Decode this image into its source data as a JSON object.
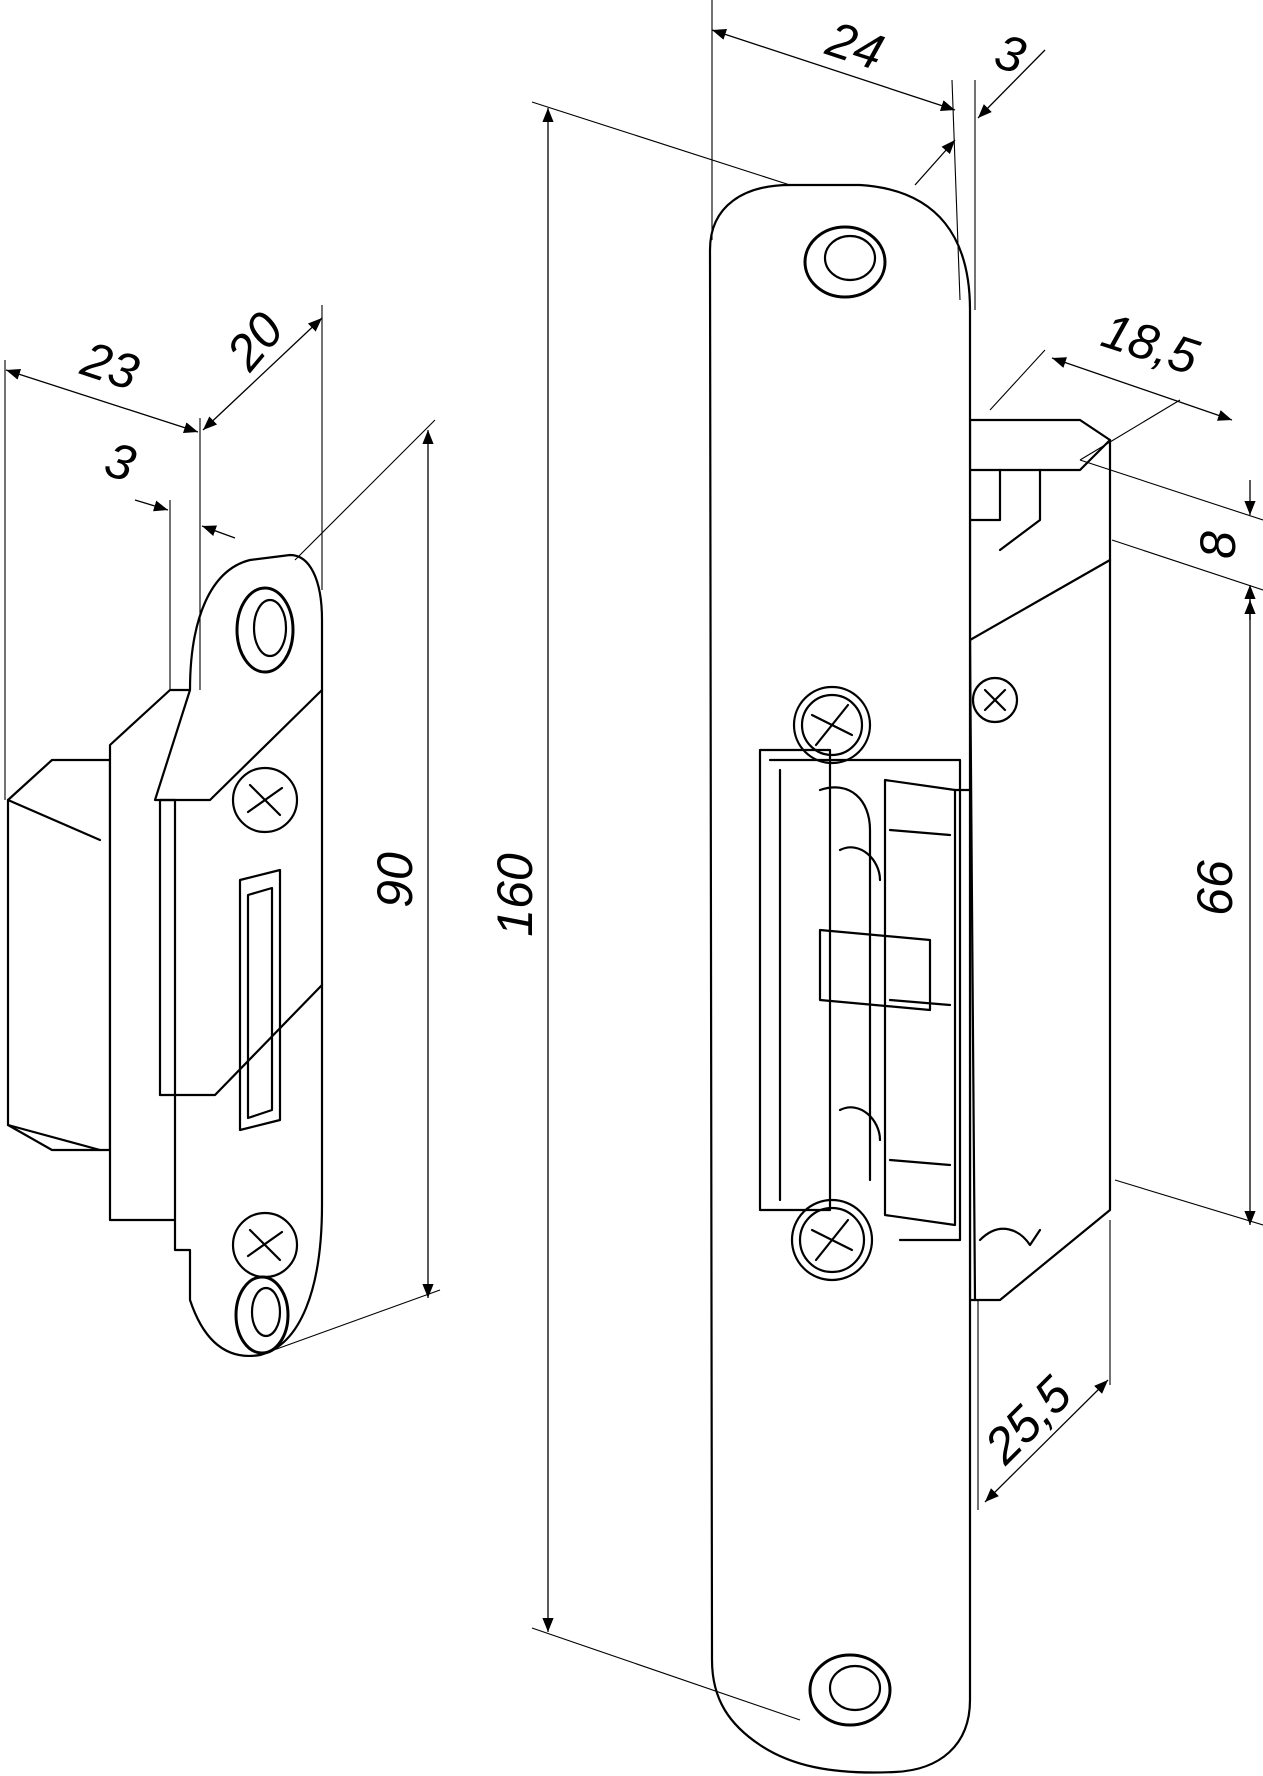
{
  "dimensions": {
    "strike_plate_height": "160",
    "strike_plate_width": "24",
    "strike_plate_thickness": "3",
    "body_depth": "18,5",
    "body_offset": "8",
    "body_height": "66",
    "body_width": "25,5",
    "keeper_width": "23",
    "keeper_depth": "20",
    "keeper_thickness": "3",
    "keeper_height": "90"
  }
}
